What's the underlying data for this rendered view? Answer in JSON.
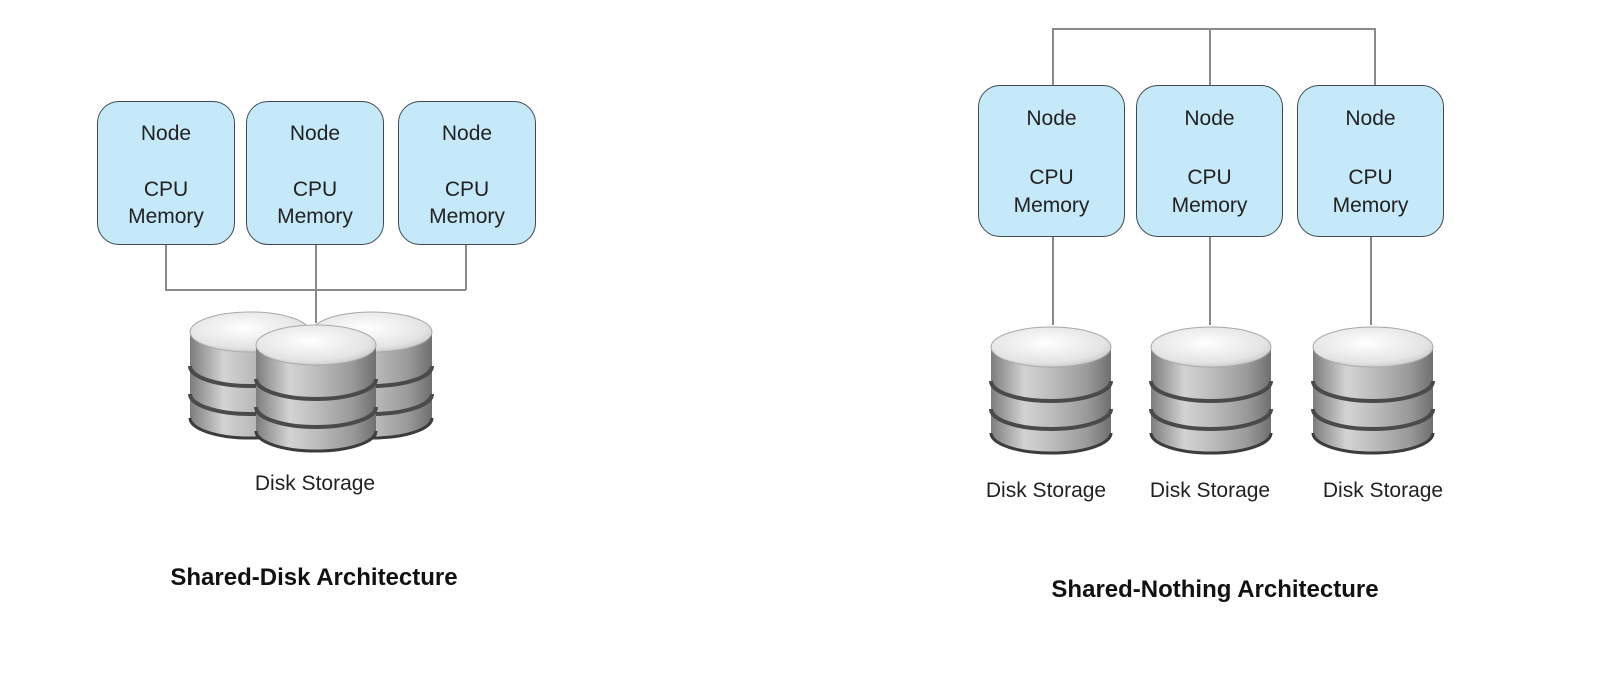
{
  "colors": {
    "node_fill": "#c6e9f9",
    "node_border": "#3f4a50",
    "wire": "#8a8a8a",
    "disk_top": "#f2f2f2",
    "disk_body": "#b0b0b0",
    "disk_band": "#4a4a4a"
  },
  "icons": {
    "storage": "disk-stack-icon"
  },
  "shared_disk": {
    "title": "Shared-Disk Architecture",
    "storage_label": "Disk Storage",
    "nodes": [
      {
        "name": "Node",
        "cpu": "CPU",
        "memory": "Memory"
      },
      {
        "name": "Node",
        "cpu": "CPU",
        "memory": "Memory"
      },
      {
        "name": "Node",
        "cpu": "CPU",
        "memory": "Memory"
      }
    ]
  },
  "shared_nothing": {
    "title": "Shared-Nothing Architecture",
    "nodes": [
      {
        "name": "Node",
        "cpu": "CPU",
        "memory": "Memory",
        "storage_label": "Disk Storage"
      },
      {
        "name": "Node",
        "cpu": "CPU",
        "memory": "Memory",
        "storage_label": "Disk Storage"
      },
      {
        "name": "Node",
        "cpu": "CPU",
        "memory": "Memory",
        "storage_label": "Disk Storage"
      }
    ]
  }
}
